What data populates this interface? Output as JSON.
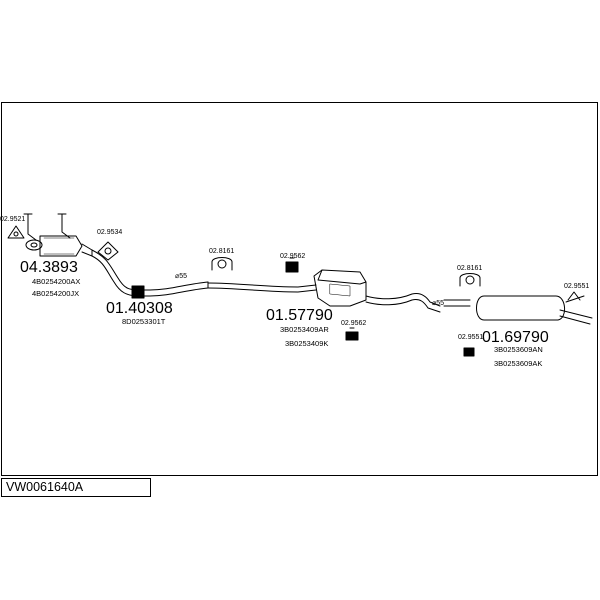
{
  "diagram": {
    "code": "VW0061640A",
    "parts": [
      {
        "number": "04.3893",
        "refs": [
          "4B0254200AX",
          "4B0254200JX"
        ]
      },
      {
        "number": "01.40308",
        "refs": [
          "8D0253301T"
        ]
      },
      {
        "number": "01.57790",
        "refs": [
          "3B0253409AR",
          "3B0253409K"
        ]
      },
      {
        "number": "01.69790",
        "refs": [
          "3B0253609AN",
          "3B0253609AK"
        ]
      }
    ],
    "accessories": [
      "02.9521",
      "02.9534",
      "02.8161",
      "02.9562",
      "02.9562",
      "02.8161",
      "02.9551",
      "02.9551"
    ],
    "pipe_diameters": [
      "55",
      "55"
    ]
  }
}
